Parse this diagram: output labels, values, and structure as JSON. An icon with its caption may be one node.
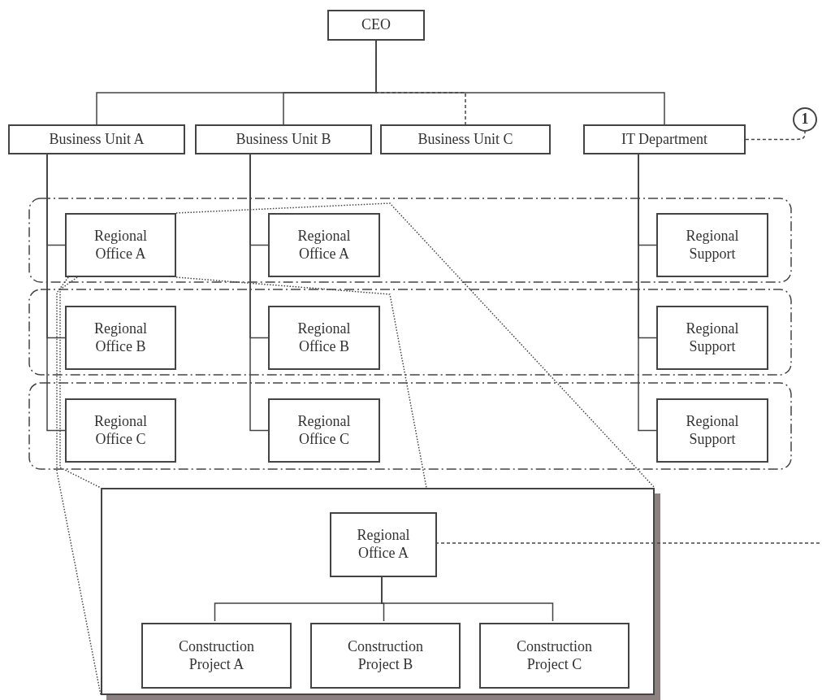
{
  "diagram": {
    "nodes": [
      {
        "text": [
          "CEO"
        ]
      },
      {
        "text": [
          "Business Unit A"
        ]
      },
      {
        "text": [
          "Business Unit B"
        ]
      },
      {
        "text": [
          "Business Unit C"
        ]
      },
      {
        "text": [
          "IT Department"
        ]
      },
      {
        "text": [],
        "shape": "box"
      },
      {
        "text": [
          "Regional Office A"
        ],
        "in": 5
      },
      {
        "text": [
          "Regional Office A"
        ],
        "in": 5
      },
      {
        "text": [
          "Regional Support"
        ],
        "in": 5
      },
      {
        "text": [],
        "shape": "box"
      },
      {
        "text": [
          "Regional Office B"
        ],
        "in": 9
      },
      {
        "text": [
          "Regional Office B"
        ],
        "in": 9
      },
      {
        "text": [
          "Regional Support"
        ],
        "in": 9
      },
      {
        "text": [],
        "shape": "box"
      },
      {
        "text": [
          "Regional Office C"
        ],
        "in": 13
      },
      {
        "text": [
          "Regional Office C"
        ],
        "in": 13
      },
      {
        "text": [
          "Regional Support"
        ],
        "in": 13
      },
      {
        "text": [],
        "shape": "box"
      },
      {
        "text": [
          "Regional Office A"
        ],
        "in": 17
      },
      {
        "text": [
          "Construction Project A"
        ],
        "in": 17
      },
      {
        "text": [
          "Construction Project B"
        ],
        "in": 17
      },
      {
        "text": [
          "Construction Project C"
        ],
        "in": 17
      },
      {
        "text": [
          "1"
        ]
      }
    ],
    "edges": [
      {
        "from": 0,
        "to": 1,
        "arrow": "none"
      },
      {
        "from": 0,
        "to": 2,
        "arrow": "none"
      },
      {
        "from": 0,
        "to": 3,
        "arrow": "none",
        "style": "dashed"
      },
      {
        "from": 0,
        "to": 4,
        "arrow": "none"
      },
      {
        "from": 1,
        "to": 6,
        "arrow": "none"
      },
      {
        "from": 1,
        "to": 10,
        "arrow": "none"
      },
      {
        "from": 1,
        "to": 14,
        "arrow": "none"
      },
      {
        "from": 2,
        "to": 7,
        "arrow": "none"
      },
      {
        "from": 2,
        "to": 11,
        "arrow": "none"
      },
      {
        "from": 2,
        "to": 15,
        "arrow": "none"
      },
      {
        "from": 4,
        "to": 8,
        "arrow": "none"
      },
      {
        "from": 4,
        "to": 12,
        "arrow": "none"
      },
      {
        "from": 4,
        "to": 16,
        "arrow": "none"
      },
      {
        "from": 18,
        "to": 19,
        "arrow": "none"
      },
      {
        "from": 18,
        "to": 20,
        "arrow": "none"
      },
      {
        "from": 18,
        "to": 21,
        "arrow": "none"
      },
      {
        "from": 4,
        "to": 22,
        "arrow": "none",
        "style": "dashed"
      },
      {
        "from": 18,
        "to": null,
        "arrow": "none",
        "style": "dashed"
      },
      {
        "from": 6,
        "to": 17,
        "arrow": "none",
        "style": "dashed"
      },
      {
        "from": 6,
        "to": 17,
        "arrow": "none",
        "style": "dashed"
      },
      {
        "from": 6,
        "to": 17,
        "arrow": "none",
        "style": "dashed"
      },
      {
        "from": 6,
        "to": 17,
        "arrow": "none",
        "style": "dashed"
      }
    ]
  }
}
